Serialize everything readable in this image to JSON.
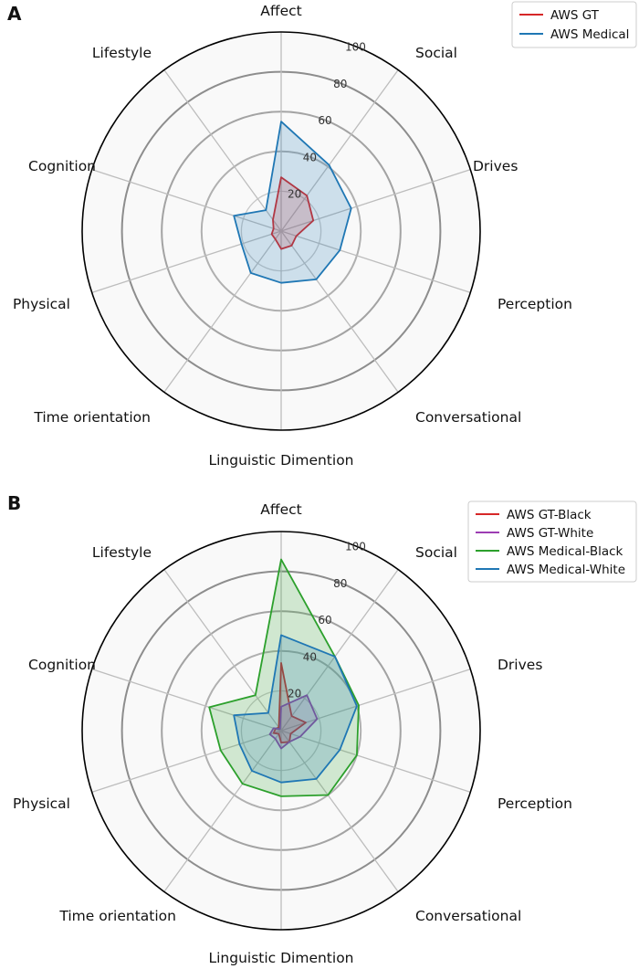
{
  "chart_data": [
    {
      "type": "radar",
      "panel": "A",
      "categories": [
        "Affect",
        "Social",
        "Drives",
        "Perception",
        "Conversational",
        "Linguistic Dimention",
        "Time orientation",
        "Physical",
        "Cognition",
        "Lifestyle"
      ],
      "rlim": [
        0,
        100
      ],
      "rticks": [
        20,
        40,
        60,
        80,
        100
      ],
      "grid": true,
      "legend": "top-right",
      "series": [
        {
          "name": "AWS GT",
          "color": "#d62728",
          "values": [
            27,
            22,
            17,
            8,
            9,
            9,
            5,
            5,
            4,
            7
          ]
        },
        {
          "name": "AWS Medical",
          "color": "#1f77b4",
          "values": [
            55,
            41,
            37,
            31,
            30,
            26,
            26,
            21,
            25,
            13
          ]
        }
      ]
    },
    {
      "type": "radar",
      "panel": "B",
      "categories": [
        "Affect",
        "Social",
        "Drives",
        "Perception",
        "Conversational",
        "Linguistic Dimention",
        "Time orientation",
        "Physical",
        "Cognition",
        "Lifestyle"
      ],
      "rlim": [
        0,
        100
      ],
      "rticks": [
        20,
        40,
        60,
        80,
        100
      ],
      "grid": true,
      "legend": "top-right",
      "series": [
        {
          "name": "AWS GT-Black",
          "color": "#d62728",
          "values": [
            34,
            9,
            13,
            5,
            7,
            6,
            2,
            4,
            3,
            2
          ]
        },
        {
          "name": "AWS GT-White",
          "color": "#9c3db3",
          "values": [
            12,
            22,
            19,
            10,
            7,
            9,
            5,
            6,
            4,
            1
          ]
        },
        {
          "name": "AWS Medical-Black",
          "color": "#2ca02c",
          "values": [
            86,
            46,
            41,
            40,
            40,
            33,
            33,
            32,
            38,
            22
          ]
        },
        {
          "name": "AWS Medical-White",
          "color": "#1f77b4",
          "values": [
            48,
            46,
            40,
            31,
            30,
            26,
            25,
            22,
            25,
            11
          ]
        }
      ]
    }
  ]
}
